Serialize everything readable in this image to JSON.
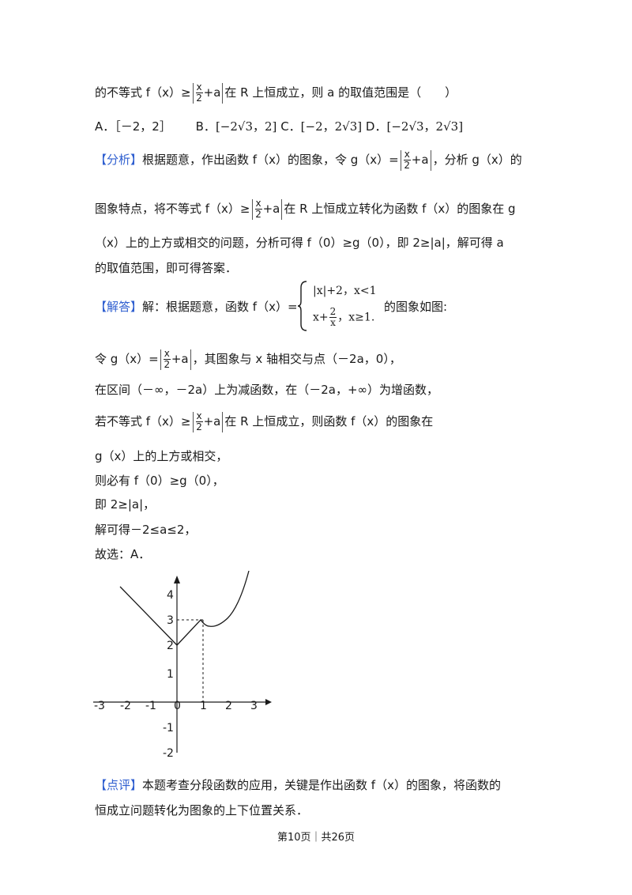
{
  "q": {
    "l1_a": "的不等式",
    "l1_b": "f（x）≥",
    "frac_num": "x",
    "frac_den": "2",
    "plus_a": "+a",
    "l1_c": "在 R 上恒成立，则 a 的取值范围是（　　）",
    "opt_a": "A．［－2，2］",
    "opt_b": "B．",
    "opt_b_val": "[−2√3，2]",
    "opt_c": "C．",
    "opt_c_val": "[−2，2√3]",
    "opt_d": "D．",
    "opt_d_val": "[−2√3，2√3]"
  },
  "analysis": {
    "tag": "【分析】",
    "t1": "根据题意，作出函数 f（x）的图象，令 g（x）=",
    "t1b": "，分析 g（x）的",
    "t2": "图象特点，将不等式 f（x）≥",
    "t2b": "在 R 上恒成立转化为函数 f（x）的图象在 g",
    "t3": "（x）上的上方或相交的问题，分析可得 f（0）≥g（0），即 2≥|a|，解可得 a",
    "t4": "的取值范围，即可得答案．"
  },
  "solution": {
    "tag": "【解答】",
    "t1": "解：根据题意，函数 f（x）=",
    "case1": "|x|+2，x<1",
    "case2a": "x+",
    "case2_num": "2",
    "case2_den": "x",
    "case2b": "，x≥1.",
    "t1b": "的图象如图:",
    "t2": "令 g（x）=",
    "t2b": "，其图象与 x 轴相交与点（－2a，0），",
    "t3": "在区间（－∞，－2a）上为减函数，在（－2a，+∞）为增函数，",
    "t4": "若不等式 f（x）≥",
    "t4b": "在 R 上恒成立，则函数 f（x）的图象在",
    "t5": "g（x）上的上方或相交，",
    "t6": "则必有 f（0）≥g（0），",
    "t7": "即 2≥|a|，",
    "t8": "解可得－2≤a≤2，",
    "t9": "故选：A．"
  },
  "graph": {
    "x_ticks": [
      "-3",
      "-2",
      "-1",
      "0",
      "1",
      "2",
      "3"
    ],
    "y_ticks": [
      "4",
      "3",
      "2",
      "1",
      "-1",
      "-2"
    ]
  },
  "review": {
    "tag": "【点评】",
    "t1": "本题考查分段函数的应用，关键是作出函数 f（x）的图象，将函数的",
    "t2": "恒成立问题转化为图象的上下位置关系．"
  },
  "footer": "第10页｜共26页",
  "colors": {
    "tag": "#2f5fd0",
    "text": "#1a1a1a"
  }
}
